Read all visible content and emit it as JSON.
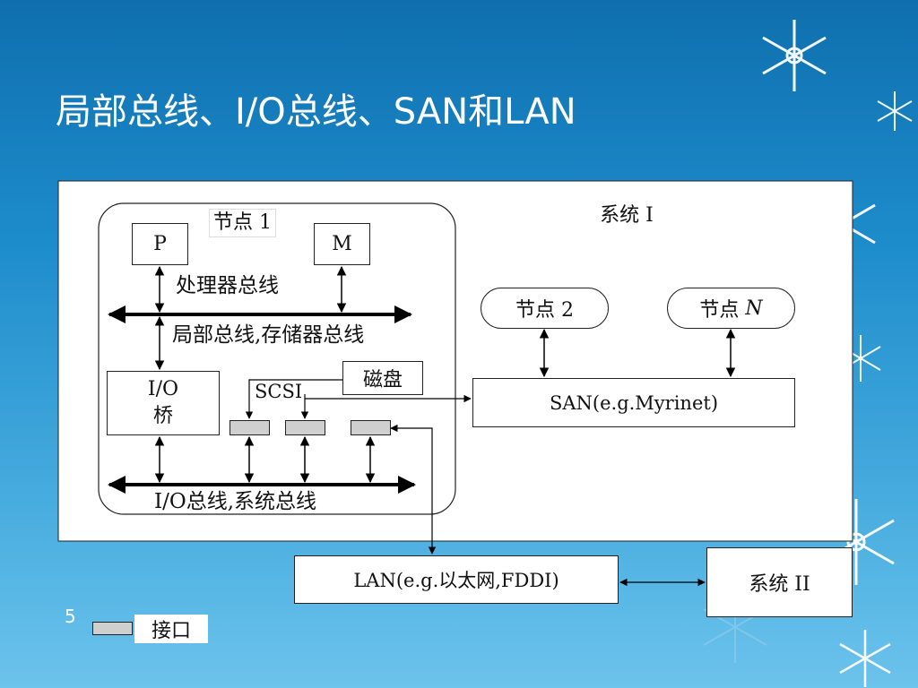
{
  "slide": {
    "title": "局部总线、I/O总线、SAN和LAN",
    "number": "5"
  },
  "diagram": {
    "system1_label": "系统 I",
    "node1_label": "节点 1",
    "p_box": "P",
    "m_box": "M",
    "processor_bus": "处理器总线",
    "local_bus": "局部总线,存储器总线",
    "io_bridge_line1": "I/O",
    "io_bridge_line2": "桥",
    "scsi": "SCSI",
    "disk": "磁盘",
    "io_bus": "I/O总线,系统总线",
    "san": "SAN(e.g.Myrinet)",
    "node2": "节点 2",
    "nodeN_prefix": "节点 ",
    "nodeN_var": "N",
    "lan": "LAN(e.g.以太网,FDDI)",
    "system2": "系统 II",
    "legend_interface": "接口"
  },
  "colors": {
    "background_top": "#0f6fae",
    "background_bottom": "#6cc3ec",
    "interface_fill": "#cfcfcf"
  }
}
